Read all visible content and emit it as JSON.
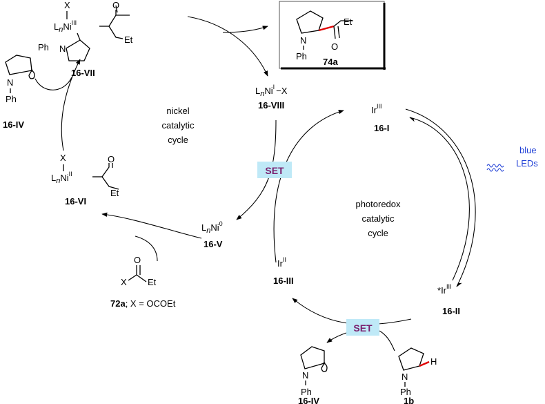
{
  "compounds": {
    "c16VII": "16-VII",
    "c74a": "74a",
    "c16VIII": "16-VIII",
    "c16I": "16-I",
    "c16IV_top": "16-IV",
    "c16VI": "16-VI",
    "c16V": "16-V",
    "c72a": "72a",
    "c72a_note": "; X = OCOEt",
    "c16III": "16-III",
    "c16II": "16-II",
    "c16IV_bottom": "16-IV",
    "c1b": "1b"
  },
  "cycles": {
    "nickel": [
      "nickel",
      "catalytic",
      "cycle"
    ],
    "photoredox": [
      "photoredox",
      "catalytic",
      "cycle"
    ]
  },
  "set_label": "SET",
  "light": [
    "blue",
    "LEDs"
  ],
  "atoms": {
    "X": "X",
    "L": "L",
    "n": "n",
    "Ni": "Ni",
    "O": "O",
    "Et": "Et",
    "N": "N",
    "Ph": "Ph",
    "H": "H",
    "Ir": "Ir",
    "star": "*",
    "ox_III": "III",
    "ox_II": "II",
    "ox_I": "I",
    "ox_0": "0",
    "dash_X": "−X"
  },
  "colors": {
    "set_bg": "#bfe9f7",
    "set_text": "#7a1f6e",
    "light_text": "#1f3fd6",
    "new_bond": "#e00000"
  }
}
